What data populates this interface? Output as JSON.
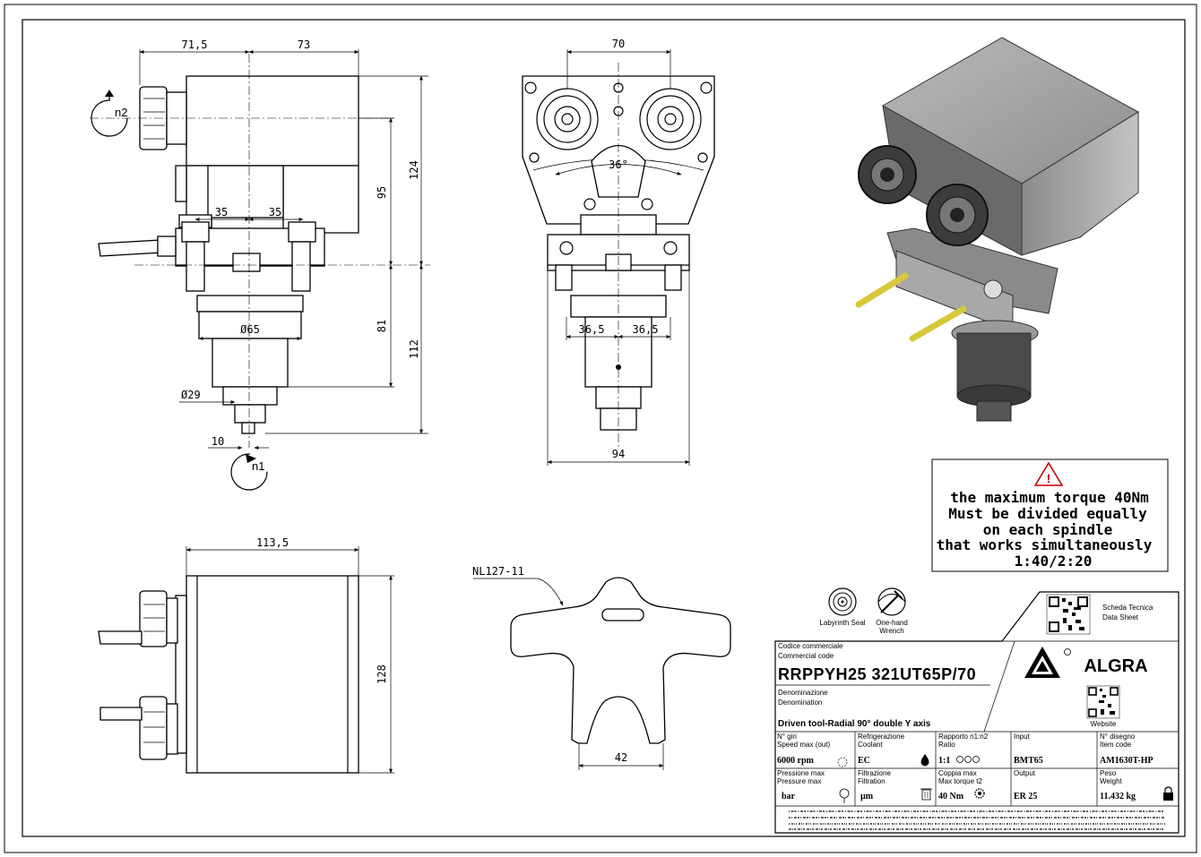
{
  "front_view": {
    "dims": {
      "w_left": "71,5",
      "w_right": "73",
      "h_upper": "95",
      "h_total_upper": "124",
      "bolt_left": "35",
      "bolt_right": "35",
      "dia_body": "Ø65",
      "dia_nose": "Ø29",
      "h_lower": "81",
      "h_total_lower": "112",
      "nose_offset": "10"
    },
    "spindle_labels": {
      "n2": "n2",
      "n1": "n1"
    }
  },
  "side_view": {
    "dims": {
      "top_width": "70",
      "angle": "36°",
      "half_left": "36,5",
      "half_right": "36,5",
      "bottom_width": "94"
    }
  },
  "top_view": {
    "dims": {
      "width": "113,5",
      "height": "128"
    }
  },
  "wrench": {
    "part_code": "NL127-11",
    "dim": "42"
  },
  "warning": {
    "lines": [
      "the maximum torque 40Nm",
      "Must be divided equally",
      "on each spindle",
      "that works simultaneously",
      "1:40/2:20"
    ]
  },
  "features": {
    "seal_label": "Labyrinth Seal",
    "wrench_label_1": "One-hand",
    "wrench_label_2": "Wrench"
  },
  "title_block": {
    "qr_label_1": "Scheda Tecnica",
    "qr_label_2": "Data Sheet",
    "website_label": "Website",
    "brand": "ALGRA",
    "commercial_code_it": "Codice commerciale",
    "commercial_code_en": "Commercial code",
    "code": "RRPPYH25 321UT65P/70",
    "denomination_it": "Denominazione",
    "denomination_en": "Denomination",
    "description": "Driven tool-Radial 90° double Y axis",
    "cells": {
      "speed": {
        "label_it": "N° giri",
        "label_en": "Speed max (out)",
        "value": "6000 rpm"
      },
      "coolant": {
        "label_it": "Refrigerazione",
        "label_en": "Coolant",
        "value": "EC"
      },
      "ratio": {
        "label_it": "Rapporto n1:n2",
        "label_en": "Ratio",
        "value": "1:1"
      },
      "input": {
        "label_it": "Input",
        "label_en": "",
        "value": "BMT65"
      },
      "drawing": {
        "label_it": "N° disegno",
        "label_en": "Item code",
        "value": "AM1630T-HP"
      },
      "pressure": {
        "label_it": "Pressione max",
        "label_en": "Pressure max",
        "value": "bar"
      },
      "filtration": {
        "label_it": "Filtrazione",
        "label_en": "Filtration",
        "value": "µm"
      },
      "torque": {
        "label_it": "Coppia max",
        "label_en": "Max torque t2",
        "value": "40 Nm"
      },
      "output": {
        "label_it": "Output",
        "label_en": "",
        "value": "ER 25"
      },
      "weight": {
        "label_it": "Peso",
        "label_en": "Weight",
        "value": "11.432 kg"
      }
    }
  }
}
